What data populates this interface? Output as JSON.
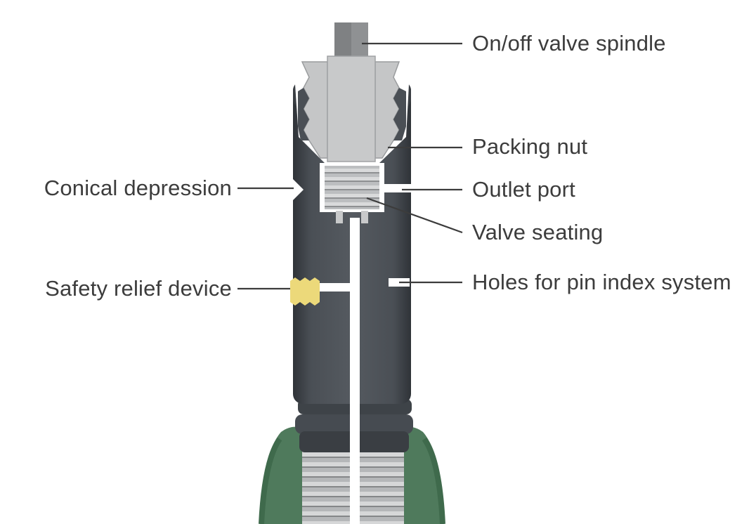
{
  "diagram": {
    "labels": {
      "spindle": "On/off valve spindle",
      "packing_nut": "Packing nut",
      "conical_depression": "Conical depression",
      "outlet_port": "Outlet port",
      "valve_seating": "Valve seating",
      "safety_relief": "Safety relief device",
      "pin_index_holes": "Holes for pin index system"
    },
    "colors": {
      "body": "#4a4f55",
      "body_dark": "#3a3e43",
      "metal_light": "#c8c9ca",
      "metal_mid": "#a9abad",
      "cylinder_neck": "#4f7a5c",
      "relief_device": "#ecd97a",
      "leader_line": "#3c3c3c",
      "text": "#3c3c3c"
    }
  }
}
